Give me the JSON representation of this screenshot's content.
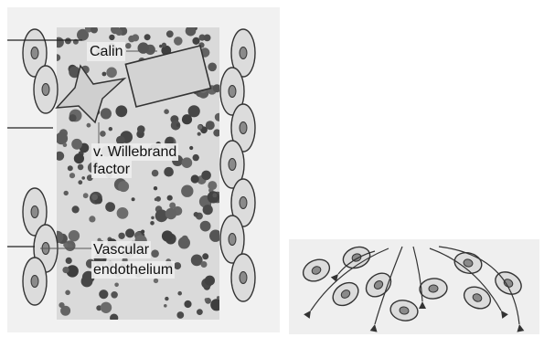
{
  "labels": {
    "calin": "Calin",
    "vwf_line1": "v. Willebrand",
    "vwf_line2": "factor",
    "endo_line1": "Vascular",
    "endo_line2": "endothelium"
  },
  "colors": {
    "background": "#f1f1f1",
    "vessel_fill": "#d9d9d9",
    "particle": "#555555",
    "cell_fill": "#dcdcdc",
    "outline": "#333333"
  }
}
